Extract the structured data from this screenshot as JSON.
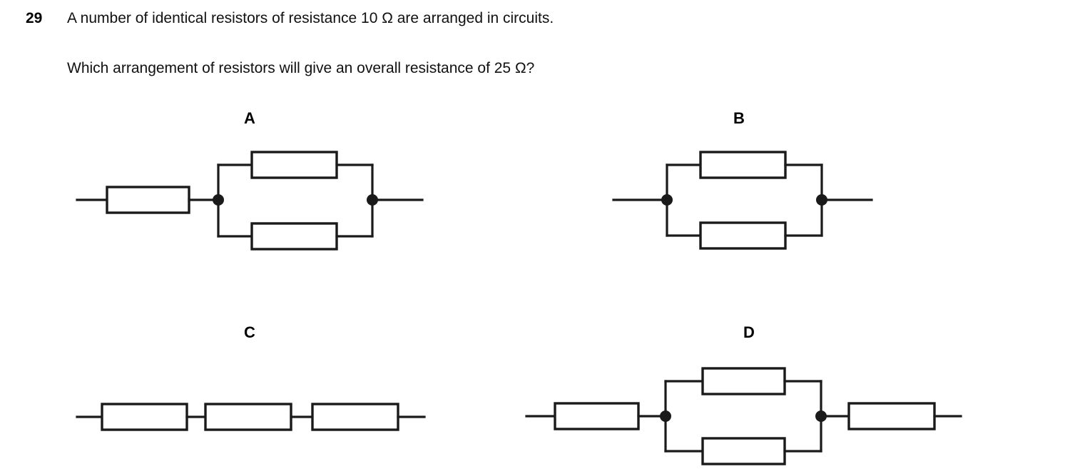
{
  "question": {
    "number": "29",
    "line_1": "A number of identical resistors of resistance 10 Ω are arranged in circuits.",
    "line_2": "Which arrangement of resistors will give an overall resistance of 25 Ω?",
    "resistor_value": "10 Ω",
    "target_resistance": "25 Ω"
  },
  "options": [
    {
      "label": "A",
      "description": "one resistor in series with two resistors in parallel",
      "resistor_count": 3,
      "junction_dots": 2
    },
    {
      "label": "B",
      "description": "two resistors in parallel",
      "resistor_count": 2,
      "junction_dots": 2
    },
    {
      "label": "C",
      "description": "three resistors in series",
      "resistor_count": 3,
      "junction_dots": 0
    },
    {
      "label": "D",
      "description": "one resistor in series with two parallel resistors in series with one resistor",
      "resistor_count": 4,
      "junction_dots": 2
    }
  ],
  "style": {
    "ink": "#1a1a1a",
    "paper": "#ffffff"
  }
}
